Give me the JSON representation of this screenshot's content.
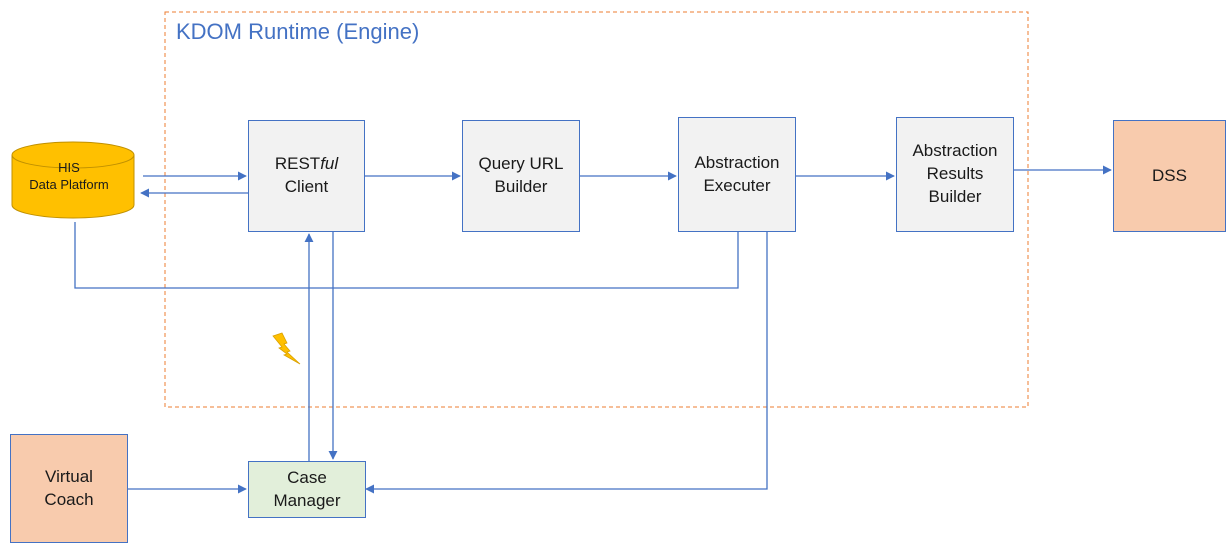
{
  "diagram": {
    "title": "KDOM Runtime (Engine)",
    "nodes": {
      "his": {
        "line1": "HIS",
        "line2": "Data Platform"
      },
      "restful": {
        "prefix": "REST",
        "italic": "ful",
        "line2": "Client"
      },
      "query": {
        "line1": "Query URL",
        "line2": "Builder"
      },
      "executer": {
        "line1": "Abstraction",
        "line2": "Executer"
      },
      "results": {
        "line1": "Abstraction",
        "line2": "Results",
        "line3": "Builder"
      },
      "dss": {
        "label": "DSS"
      },
      "coach": {
        "line1": "Virtual",
        "line2": "Coach"
      },
      "case": {
        "line1": "Case",
        "line2": "Manager"
      }
    },
    "colors": {
      "accent": "#4472C4",
      "boundary": "#ED7D31",
      "process_fill": "#F2F2F2",
      "external_fill": "#F8CBAD",
      "case_fill": "#E2EFDA",
      "database_fill": "#FFC000",
      "lightning": "#FFC000"
    },
    "icons": [
      "database-icon",
      "lightning-icon"
    ]
  }
}
